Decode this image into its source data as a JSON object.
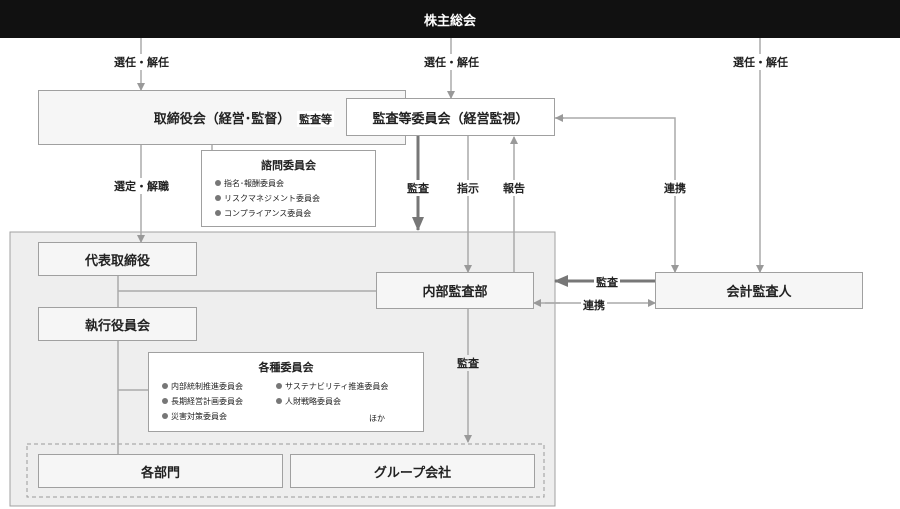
{
  "top": {
    "title": "株主総会"
  },
  "labels": {
    "elect1": "選任・解任",
    "elect2": "選任・解任",
    "elect3": "選任・解任",
    "audit_etc": "監査等",
    "appoint": "選定・解職",
    "audit1": "監査",
    "instruct": "指示",
    "report": "報告",
    "coop1": "連携",
    "audit2": "監査",
    "coop2": "連携",
    "audit3": "監査"
  },
  "boxes": {
    "board": "取締役会（経営･監督）",
    "audit_committee": "監査等委員会（経営監視）",
    "representative": "代表取締役",
    "internal_audit": "内部監査部",
    "accounting_auditor": "会計監査人",
    "executive": "執行役員会",
    "departments": "各部門",
    "group": "グループ会社"
  },
  "advisory": {
    "title": "諮問委員会",
    "items": [
      "指名･報酬委員会",
      "リスクマネジメント委員会",
      "コンプライアンス委員会"
    ]
  },
  "committees": {
    "title": "各種委員会",
    "left": [
      "内部統制推進委員会",
      "長期経営計画委員会",
      "災害対策委員会"
    ],
    "right": [
      "サステナビリティ推進委員会",
      "人財戦略委員会"
    ],
    "etc": "ほか"
  },
  "colors": {
    "line": "#aaaaaa",
    "dark_arrow": "#777777",
    "topbar": "#111111",
    "panel": "#eeeeee"
  }
}
